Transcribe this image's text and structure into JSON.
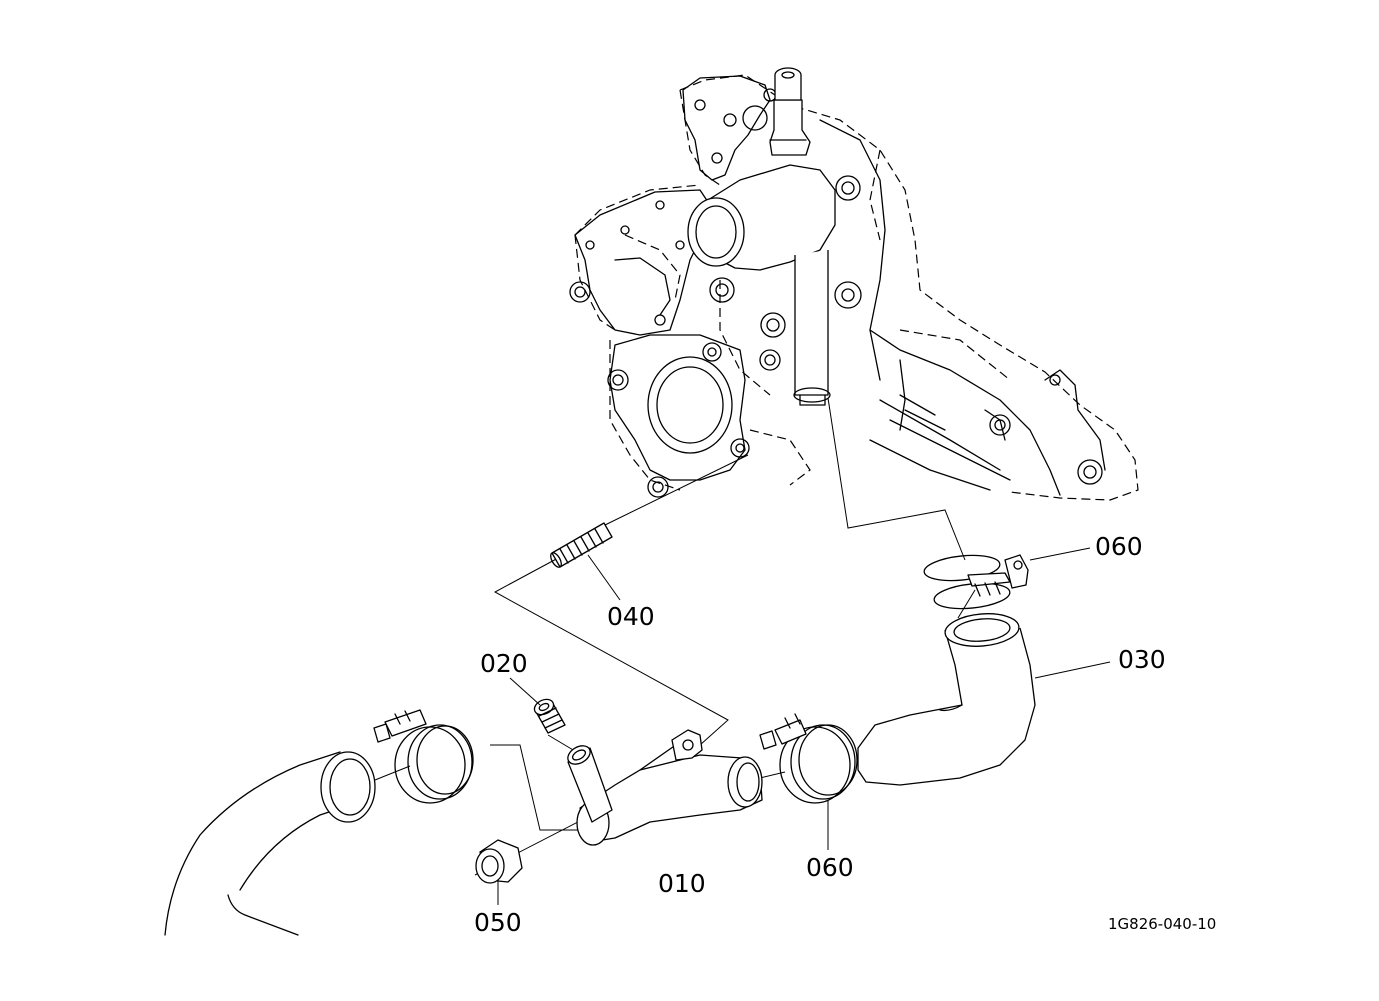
{
  "diagram": {
    "callouts": [
      {
        "id": "part-010",
        "label": "010"
      },
      {
        "id": "part-020",
        "label": "020"
      },
      {
        "id": "part-030",
        "label": "030"
      },
      {
        "id": "part-040",
        "label": "040"
      },
      {
        "id": "part-050",
        "label": "050"
      },
      {
        "id": "part-060-upper",
        "label": "060"
      },
      {
        "id": "part-060-lower",
        "label": "060"
      }
    ],
    "reference_code": "1G826-040-10"
  }
}
